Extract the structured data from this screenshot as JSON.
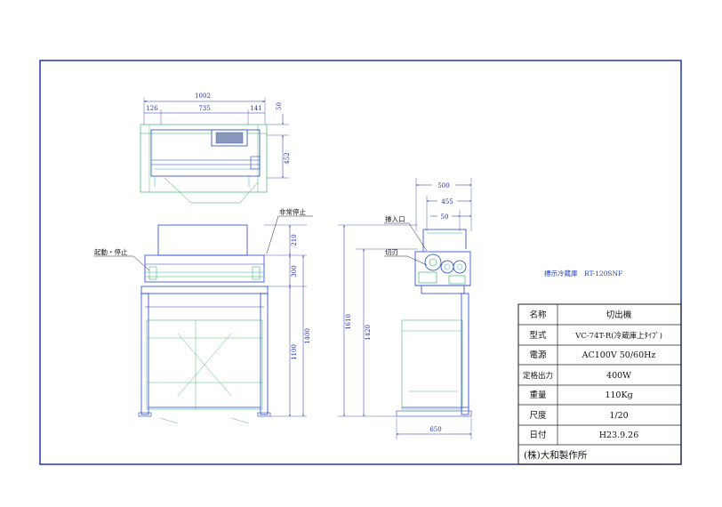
{
  "colors": {
    "frame": "#2233bb",
    "dimension": "#2233aa",
    "machine": "#2244cc",
    "outline": "#22aa55",
    "cyan": "#22aacc",
    "text": "#111111"
  },
  "top_view": {
    "dims": [
      "1002",
      "126",
      "735",
      "141",
      "50",
      "452"
    ]
  },
  "front_view": {
    "labels": {
      "emergency_stop": "非常停止",
      "start_stop": "起動・停止"
    },
    "dims": [
      "210",
      "300",
      "1400",
      "1100",
      "1610"
    ]
  },
  "side_view": {
    "labels": {
      "insert_port": "挿入口",
      "cutter": "切刃"
    },
    "dims": [
      "500",
      "455",
      "50",
      "1420",
      "650"
    ]
  },
  "caption": "標示冷蔵庫　RT-120SNF",
  "title_block": {
    "rows": [
      {
        "label": "名称",
        "value": "切出機"
      },
      {
        "label": "型式",
        "value": "VC-74T-R(冷蔵庫上ﾀｲﾌﾟ)"
      },
      {
        "label": "電源",
        "value": "AC100V 50/60Hz"
      },
      {
        "label": "定格出力",
        "value": "400W"
      },
      {
        "label": "重量",
        "value": "110Kg"
      },
      {
        "label": "尺度",
        "value": "1/20"
      },
      {
        "label": "日付",
        "value": "H23.9.26"
      }
    ],
    "company": "(株)大和製作所"
  }
}
